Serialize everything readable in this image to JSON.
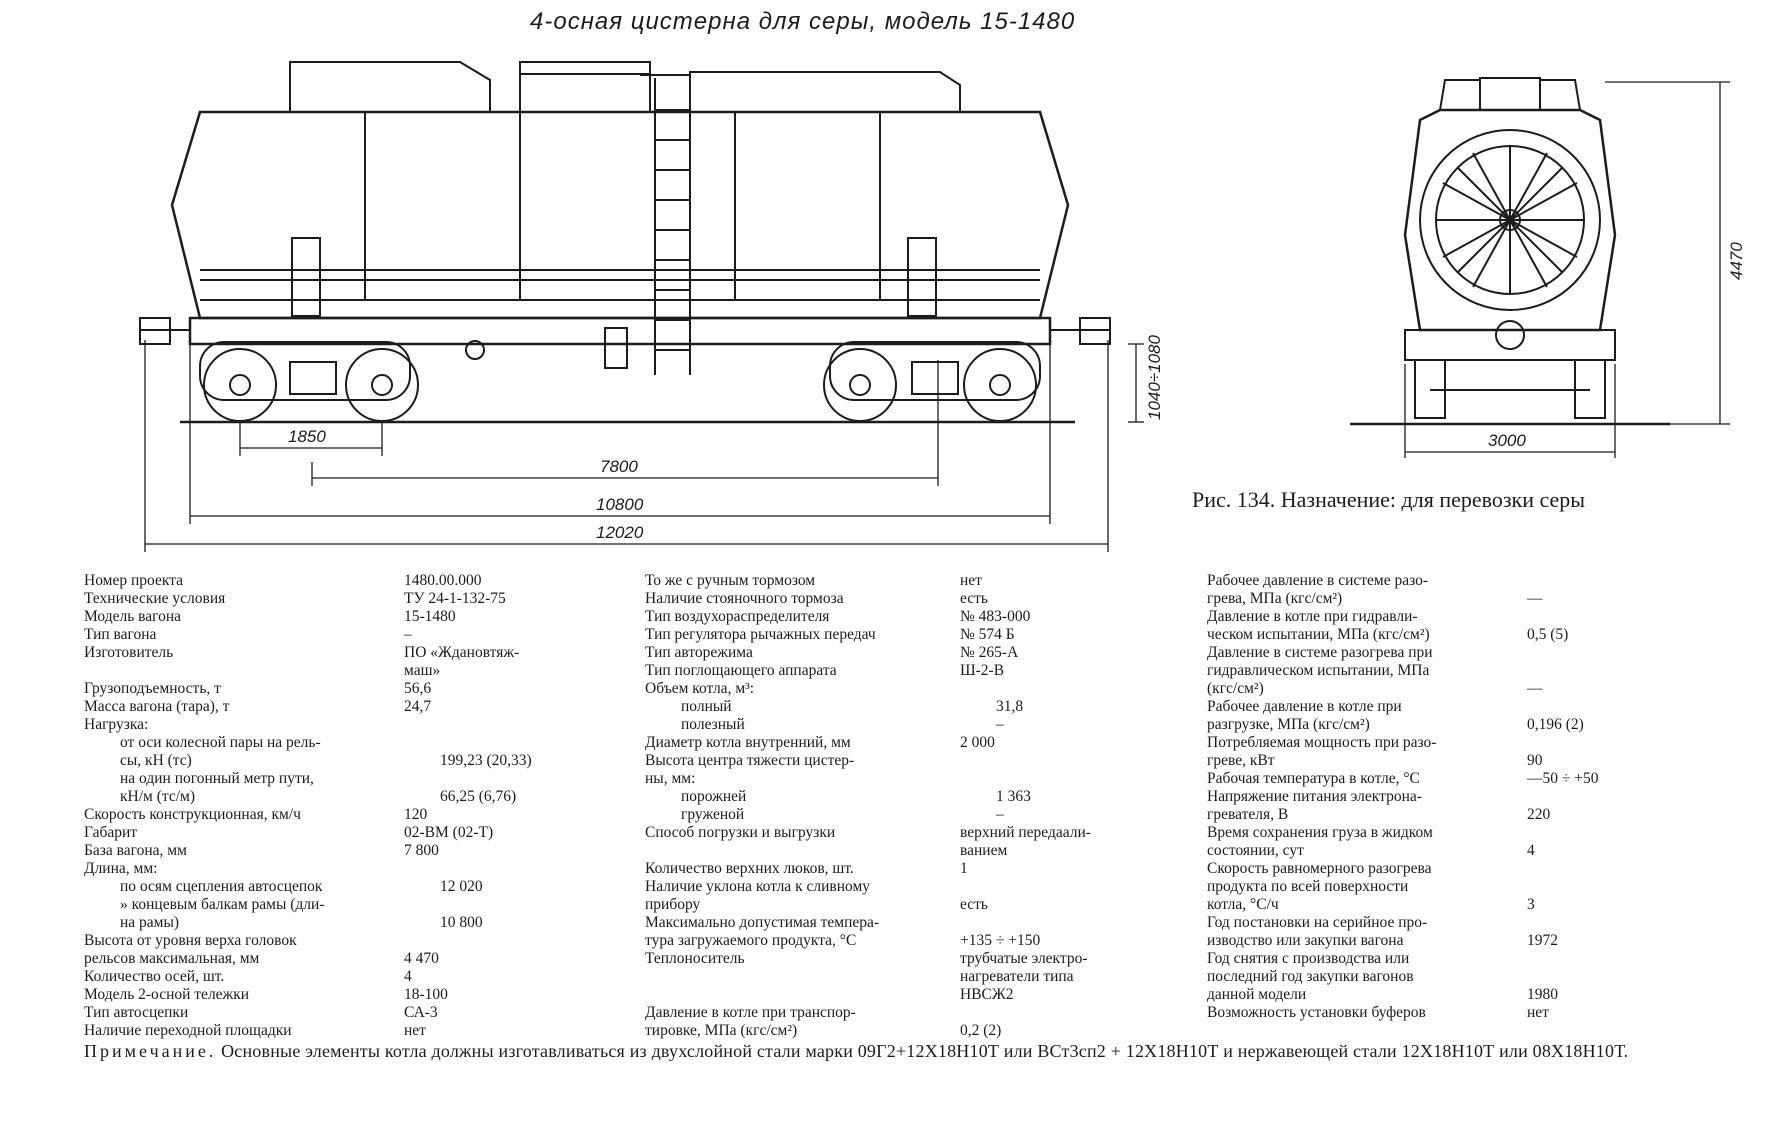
{
  "title": "4-осная цистерна для серы, модель 15-1480",
  "caption": "Рис. 134. Назначение: для перевозки серы",
  "dimensions": {
    "d1850": "1850",
    "d7800": "7800",
    "d10800": "10800",
    "d12020": "12020",
    "d1040": "1040÷1080",
    "d4470": "4470",
    "d3000": "3000"
  },
  "specs": {
    "col1": [
      {
        "label": "Номер проекта",
        "value": "1480.00.000"
      },
      {
        "label": "Технические условия",
        "value": "ТУ 24-1-132-75"
      },
      {
        "label": "Модель вагона",
        "value": "15-1480"
      },
      {
        "label": "Тип вагона",
        "value": "–"
      },
      {
        "label": "Изготовитель",
        "value": "ПО «Ждановтяж-"
      },
      {
        "label": "",
        "value": "маш»"
      },
      {
        "label": "Грузоподъемность, т",
        "value": "56,6"
      },
      {
        "label": "Масса вагона (тара), т",
        "value": "24,7"
      },
      {
        "label": "Нагрузка:",
        "value": ""
      },
      {
        "label": "от оси колесной пары на рель-",
        "value": "",
        "indent": true
      },
      {
        "label": "сы, кН (тс)",
        "value": "199,23 (20,33)",
        "indent": true
      },
      {
        "label": "на один погонный метр пути,",
        "value": "",
        "indent": true
      },
      {
        "label": "кН/м (тс/м)",
        "value": "66,25 (6,76)",
        "indent": true
      },
      {
        "label": "Скорость конструкционная, км/ч",
        "value": "120"
      },
      {
        "label": "Габарит",
        "value": "02-ВМ (02-Т)"
      },
      {
        "label": "База вагона, мм",
        "value": "7 800"
      },
      {
        "label": "Длина, мм:",
        "value": ""
      },
      {
        "label": "по осям сцепления автосцепок",
        "value": "12 020",
        "indent": true
      },
      {
        "label": "»  концевым балкам рамы (дли-",
        "value": "",
        "indent": true
      },
      {
        "label": "на рамы)",
        "value": "10 800",
        "indent": true
      },
      {
        "label": "Высота от уровня верха головок",
        "value": ""
      },
      {
        "label": "рельсов максимальная, мм",
        "value": "4 470"
      },
      {
        "label": "Количество осей, шт.",
        "value": "4"
      },
      {
        "label": "Модель 2-осной тележки",
        "value": "18-100"
      },
      {
        "label": "Тип автосцепки",
        "value": "СА-3"
      },
      {
        "label": "Наличие переходной площадки",
        "value": "нет"
      }
    ],
    "col2": [
      {
        "label": "То же с ручным тормозом",
        "value": "нет"
      },
      {
        "label": "Наличие стояночного тормоза",
        "value": "есть"
      },
      {
        "label": "Тип воздухораспределителя",
        "value": "№ 483-000"
      },
      {
        "label": "Тип регулятора рычажных передач",
        "value": "№ 574 Б"
      },
      {
        "label": "Тип авторежима",
        "value": "№ 265-А"
      },
      {
        "label": "Тип поглощающего аппарата",
        "value": "Ш-2-В"
      },
      {
        "label": "Объем котла, м³:",
        "value": ""
      },
      {
        "label": "полный",
        "value": "31,8",
        "indent": true
      },
      {
        "label": "полезный",
        "value": "–",
        "indent": true
      },
      {
        "label": "Диаметр котла внутренний, мм",
        "value": "2 000"
      },
      {
        "label": "Высота центра тяжести цистер-",
        "value": ""
      },
      {
        "label": "ны, мм:",
        "value": ""
      },
      {
        "label": "порожней",
        "value": "1 363",
        "indent": true
      },
      {
        "label": "груженой",
        "value": "–",
        "indent": true
      },
      {
        "label": "Способ погрузки и выгрузки",
        "value": "верхний передаали-"
      },
      {
        "label": "",
        "value": "ванием"
      },
      {
        "label": "Количество верхних люков, шт.",
        "value": "1"
      },
      {
        "label": "Наличие уклона котла к сливному",
        "value": ""
      },
      {
        "label": "прибору",
        "value": "есть"
      },
      {
        "label": "Максимально допустимая темпера-",
        "value": ""
      },
      {
        "label": "тура загружаемого продукта, °С",
        "value": "+135 ÷ +150"
      },
      {
        "label": "Теплоноситель",
        "value": "трубчатые электро-"
      },
      {
        "label": "",
        "value": "нагреватели типа"
      },
      {
        "label": "",
        "value": "НВСЖ2"
      },
      {
        "label": "Давление в котле при транспор-",
        "value": ""
      },
      {
        "label": "тировке, МПа (кгс/см²)",
        "value": "0,2 (2)"
      }
    ],
    "col3": [
      {
        "label": "Рабочее давление в системе разо-",
        "value": ""
      },
      {
        "label": "грева, МПа (кгс/см²)",
        "value": "—"
      },
      {
        "label": "Давление в котле при гидравли-",
        "value": ""
      },
      {
        "label": "ческом испытании, МПа (кгс/см²)",
        "value": "0,5 (5)"
      },
      {
        "label": "Давление в системе разогрева при",
        "value": ""
      },
      {
        "label": "гидравлическом испытании, МПа",
        "value": ""
      },
      {
        "label": "(кгс/см²)",
        "value": "—"
      },
      {
        "label": "Рабочее давление в котле при",
        "value": ""
      },
      {
        "label": "разгрузке, МПа (кгс/см²)",
        "value": "0,196 (2)"
      },
      {
        "label": "Потребляемая мощность при разо-",
        "value": ""
      },
      {
        "label": "греве, кВт",
        "value": "90"
      },
      {
        "label": "Рабочая температура в котле, °С",
        "value": "—50 ÷ +50"
      },
      {
        "label": "Напряжение питания электрона-",
        "value": ""
      },
      {
        "label": "гревателя, В",
        "value": "220"
      },
      {
        "label": "Время сохранения груза в жидком",
        "value": ""
      },
      {
        "label": "состоянии, сут",
        "value": "4"
      },
      {
        "label": "Скорость равномерного разогрева",
        "value": ""
      },
      {
        "label": "продукта по всей поверхности",
        "value": ""
      },
      {
        "label": "котла, °С/ч",
        "value": "3"
      },
      {
        "label": "Год постановки на серийное про-",
        "value": ""
      },
      {
        "label": "изводство или закупки вагона",
        "value": "1972"
      },
      {
        "label": "Год снятия с производства или",
        "value": ""
      },
      {
        "label": "последний год закупки вагонов",
        "value": ""
      },
      {
        "label": "данной модели",
        "value": "1980"
      },
      {
        "label": "Возможность установки буферов",
        "value": "нет"
      }
    ]
  },
  "note": {
    "prefix": "Примечание.",
    "text": " Основные элементы котла должны изготавливаться из двухслойной стали марки 09Г2+12Х18Н10Т или ВСт3сп2 + 12Х18Н10Т и нержавеющей стали 12Х18Н10Т или 08Х18Н10Т."
  }
}
